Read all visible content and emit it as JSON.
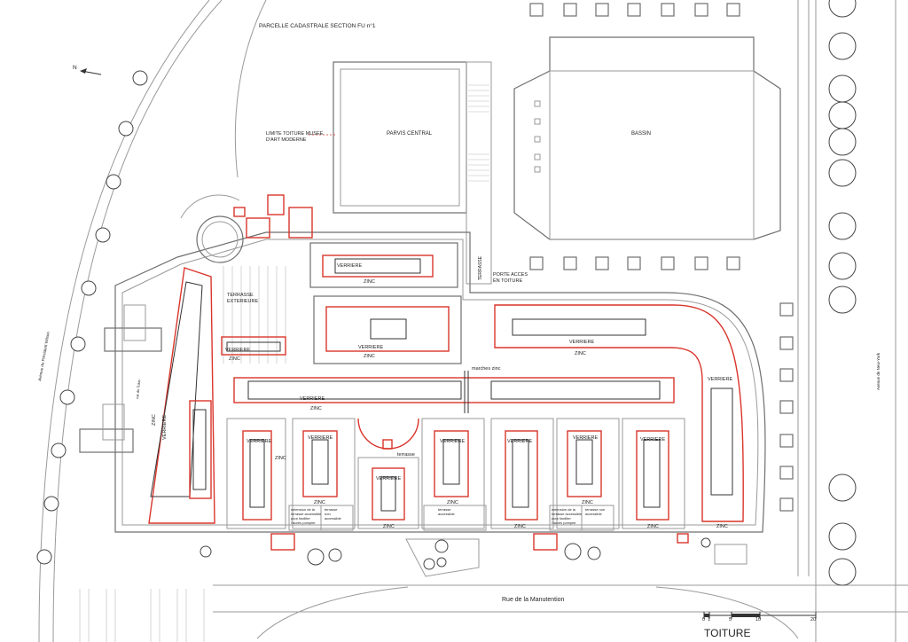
{
  "header": {
    "parcel_label": "PARCELLE CADASTRALE SECTION FU n°1"
  },
  "north_label": "N",
  "annotations": {
    "limit_roof_1": "LIMITE TOITURE MUSEE",
    "limit_roof_2": "D'ART MODERNE",
    "terrace_ext_1": "TERRASSE",
    "terrace_ext_2": "EXTERIEURE",
    "porte_1": "PORTE ACCES",
    "porte_2": "EN TOITURE",
    "terrasse_vertical": "TERRASSE",
    "marches_zinc": "marches zinc",
    "terrasse_small": "terrasse",
    "ext_a_1": "extension de la",
    "ext_a_2": "terrasse accessible",
    "ext_a_3": "pour faciliter",
    "ext_a_4": "l'accès pompier",
    "nonacc_a_1": "terrasse",
    "nonacc_a_2": "non",
    "nonacc_a_3": "accessible",
    "acc_1": "terrasse",
    "acc_2": "accessible",
    "ext_b_1": "extension de la",
    "ext_b_2": "terrasse accessible",
    "ext_b_3": "pour faciliter",
    "ext_b_4": "l'accès pompier",
    "nonacc_b_1": "terrasse non",
    "nonacc_b_2": "accessible"
  },
  "zones": {
    "parvis": "PARVIS CENTRAL",
    "bassin": "BASSIN"
  },
  "materials": {
    "verriere": "VERRIERE",
    "zinc": "ZINC"
  },
  "streets": {
    "left": "Avenue du Président Wilson",
    "right": "Avenue de New-York",
    "bottom": "Rue de la Manutention",
    "inner": "rue de Tokio"
  },
  "scale_bar": {
    "ticks": [
      "0",
      "1",
      "5",
      "10",
      "20"
    ],
    "values_m": [
      0,
      1,
      5,
      10,
      20
    ]
  },
  "drawing_title": "TOITURE",
  "colors": {
    "roof_outline": "#d9352b",
    "plan_line": "#6f6f6f",
    "text": "#222222"
  }
}
